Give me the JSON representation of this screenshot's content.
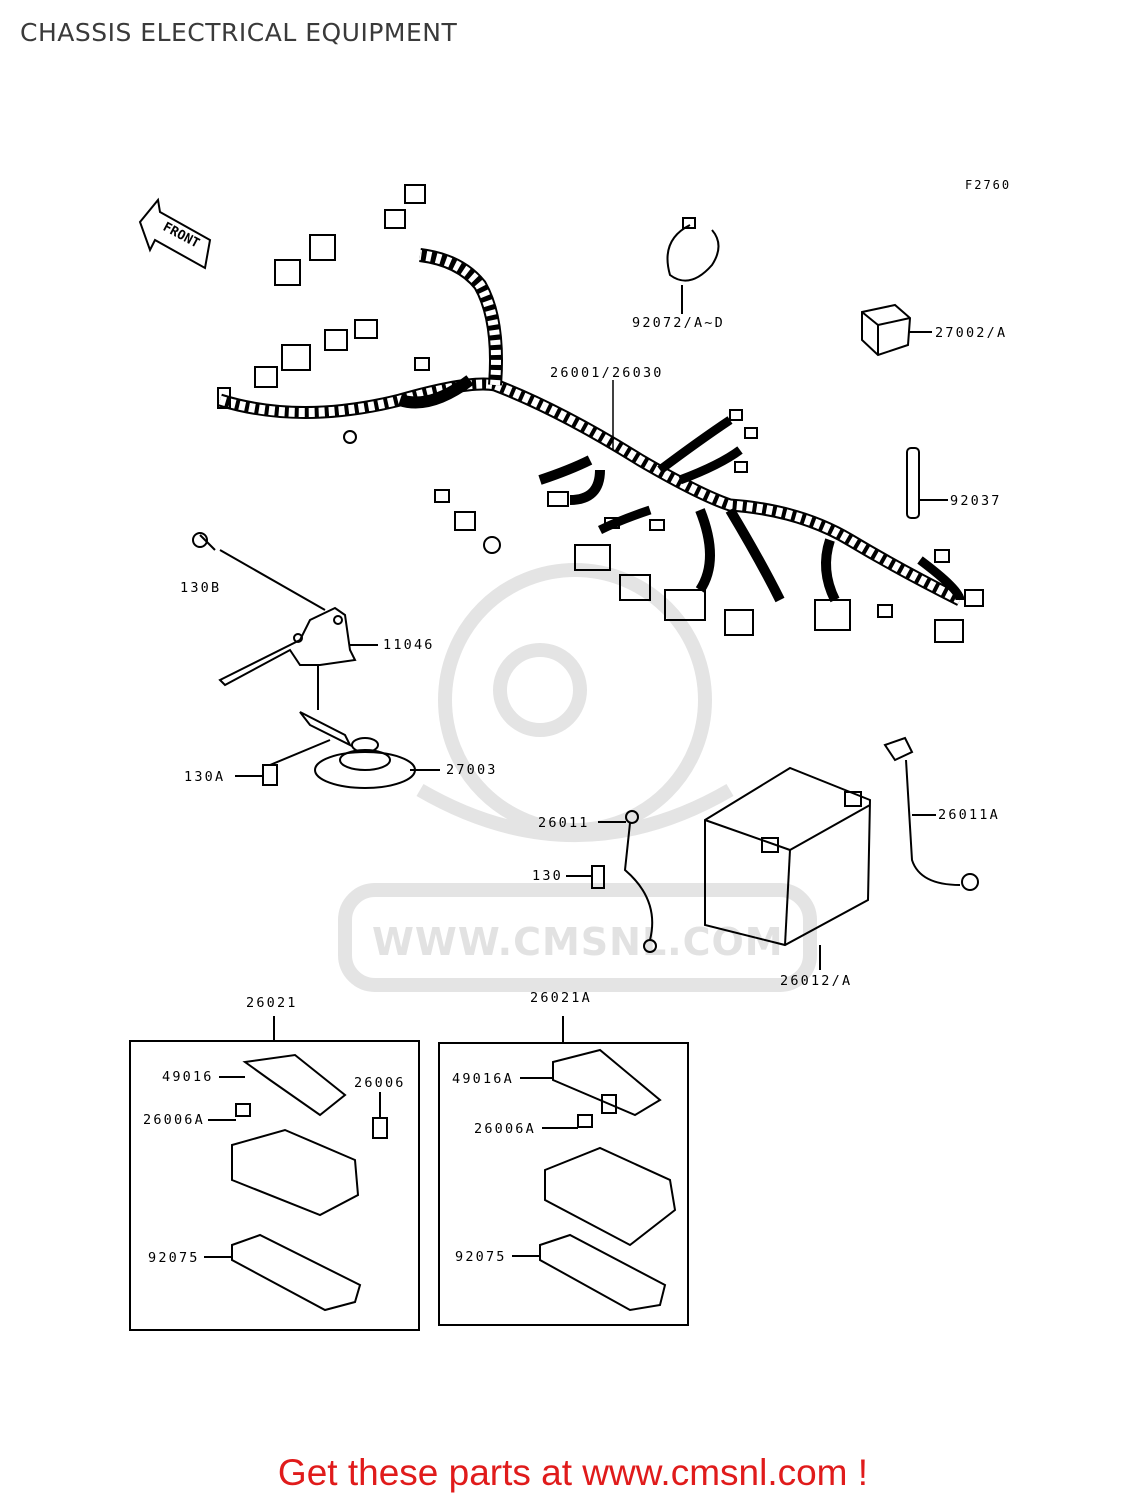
{
  "title": "CHASSIS ELECTRICAL EQUIPMENT",
  "figure_code": "F2760",
  "front_label": "FRONT",
  "watermark_text": "WWW.CMSNL.COM",
  "callouts": {
    "c92072": "92072/A~D",
    "c27002": "27002/A",
    "c26001": "26001/26030",
    "c92037": "92037",
    "c130b": "130B",
    "c11046": "11046",
    "c27003": "27003",
    "c130a": "130A",
    "c26011": "26011",
    "c130": "130",
    "c26011a": "26011A",
    "c26012": "26012/A",
    "c26021": "26021",
    "c26021a": "26021A",
    "left_box": {
      "c49016": "49016",
      "c26006": "26006",
      "c26006a": "26006A",
      "c92075": "92075"
    },
    "right_box": {
      "c49016a": "49016A",
      "c26006a": "26006A",
      "c92075": "92075"
    }
  },
  "promo_text": "Get these parts at www.cmsnl.com !",
  "colors": {
    "promo": "#e01b1b",
    "watermark": "#e2e2e2",
    "lines": "#000000"
  }
}
